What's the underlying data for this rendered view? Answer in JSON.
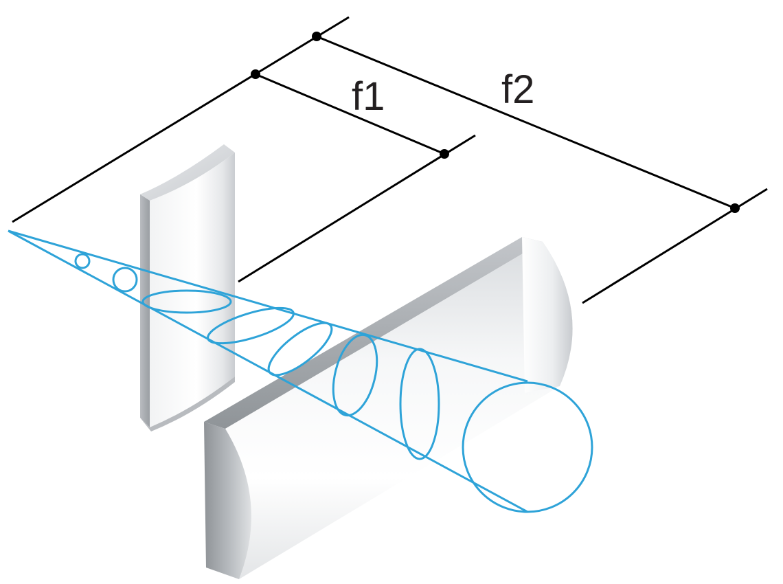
{
  "labels": {
    "f1": "f1",
    "f2": "f2"
  },
  "colors": {
    "beam": "#2ea3d8",
    "dimension_lines": "#000000",
    "label_text": "#231f20",
    "lens_light": "#f4f5f6",
    "lens_mid": "#c9ccd0",
    "lens_dark": "#8f9498"
  },
  "components": {
    "lens_1": "vertical-cylindrical-lens",
    "lens_2": "horizontal-cylindrical-lens",
    "beam": "diverging-laser-beam"
  }
}
